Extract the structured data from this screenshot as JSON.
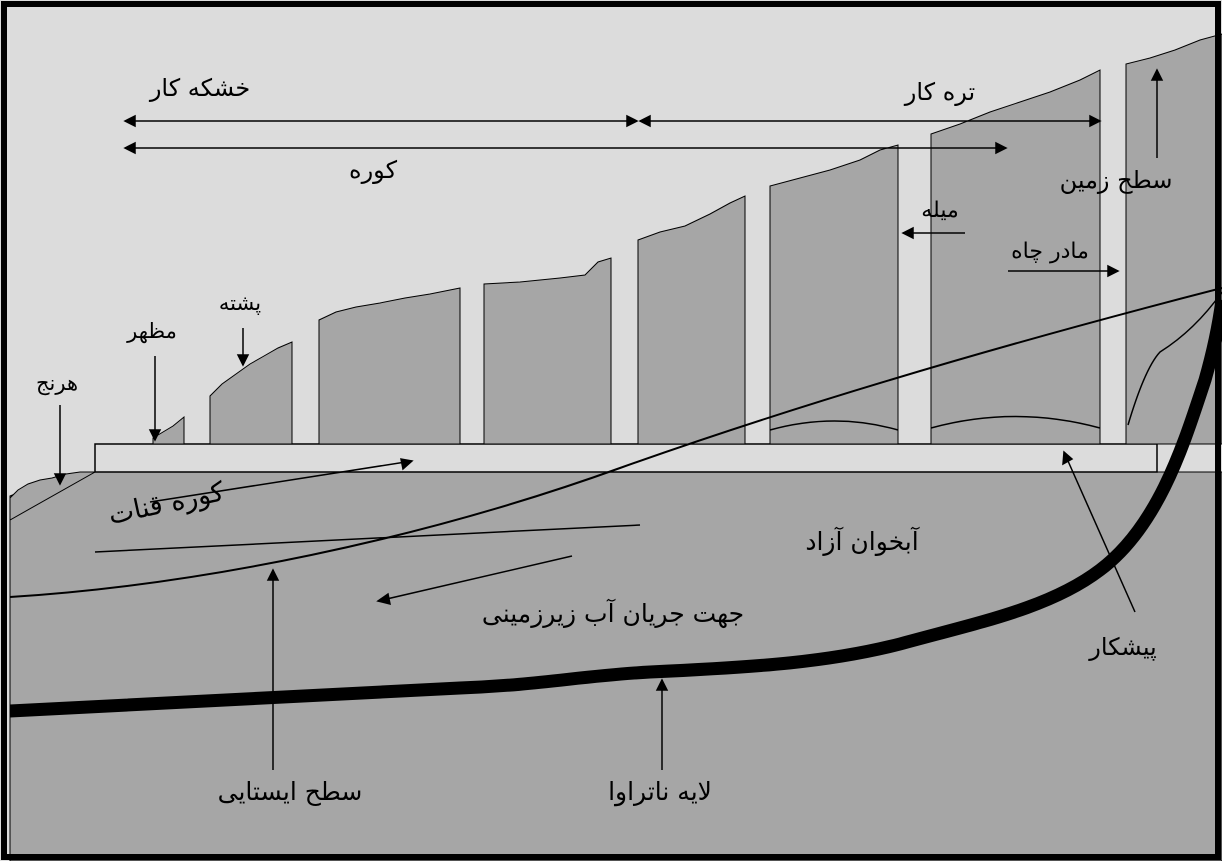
{
  "labels": {
    "dry_section": "خشکه کار",
    "wet_section": "تره کار",
    "gallery": "کوره",
    "ground_surface": "سطح زمین",
    "shaft": "میله",
    "mother_well": "مادر چاه",
    "spoil_mound": "پشته",
    "outlet": "مظهر",
    "harnaj": "هرنج",
    "qanat_gallery": "کوره قنات",
    "free_aquifer": "آبخوان آزاد",
    "groundwater_flow": "جهت جریان آب زیرزمینی",
    "pishkar": "پیشکار",
    "water_table": "سطح ایستایی",
    "impermeable_layer": "لایه ناتراوا"
  },
  "colors": {
    "sky": "#dcdcdc",
    "ground": "#a6a6a6",
    "frame": "#000000",
    "lines": "#000000"
  }
}
